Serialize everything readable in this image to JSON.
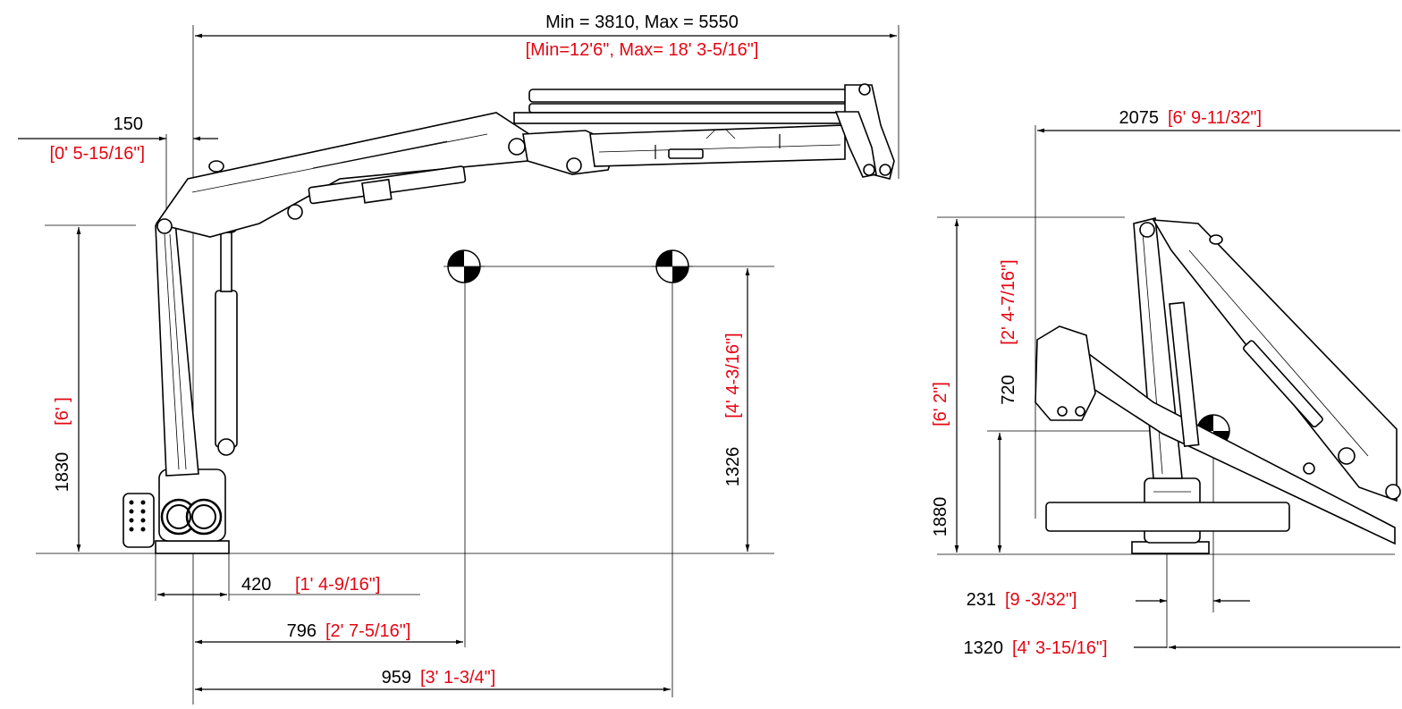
{
  "side_view": {
    "reach_metric": "Min = 3810,  Max = 5550",
    "reach_imperial": "[Min=12'6\", Max= 18' 3-5/16\"]",
    "offset_metric": "150",
    "offset_imperial": "[0' 5-15/16\"]",
    "height_metric": "1830",
    "height_imperial": "[6' ]",
    "hook_height_metric": "1326",
    "hook_height_imperial": "[4' 4-3/16\"]",
    "base_width_metric": "420",
    "base_width_imperial": "[1' 4-9/16\"]",
    "cog_1_metric": "796",
    "cog_1_imperial": "[2' 7-5/16\"]",
    "cog_2_metric": "959",
    "cog_2_imperial": "[3' 1-3/4\"]"
  },
  "folded_view": {
    "width_metric": "2075",
    "width_imperial": "[6' 9-11/32\"]",
    "height_metric": "1880",
    "height_imperial": "[6' 2\"]",
    "cog_height_metric": "720",
    "cog_height_imperial": "[2' 4-7/16\"]",
    "cog_offset_metric": "231",
    "cog_offset_imperial": "[9 -3/32\"]",
    "depth_metric": "1320",
    "depth_imperial": "[4' 3-15/16\"]"
  }
}
